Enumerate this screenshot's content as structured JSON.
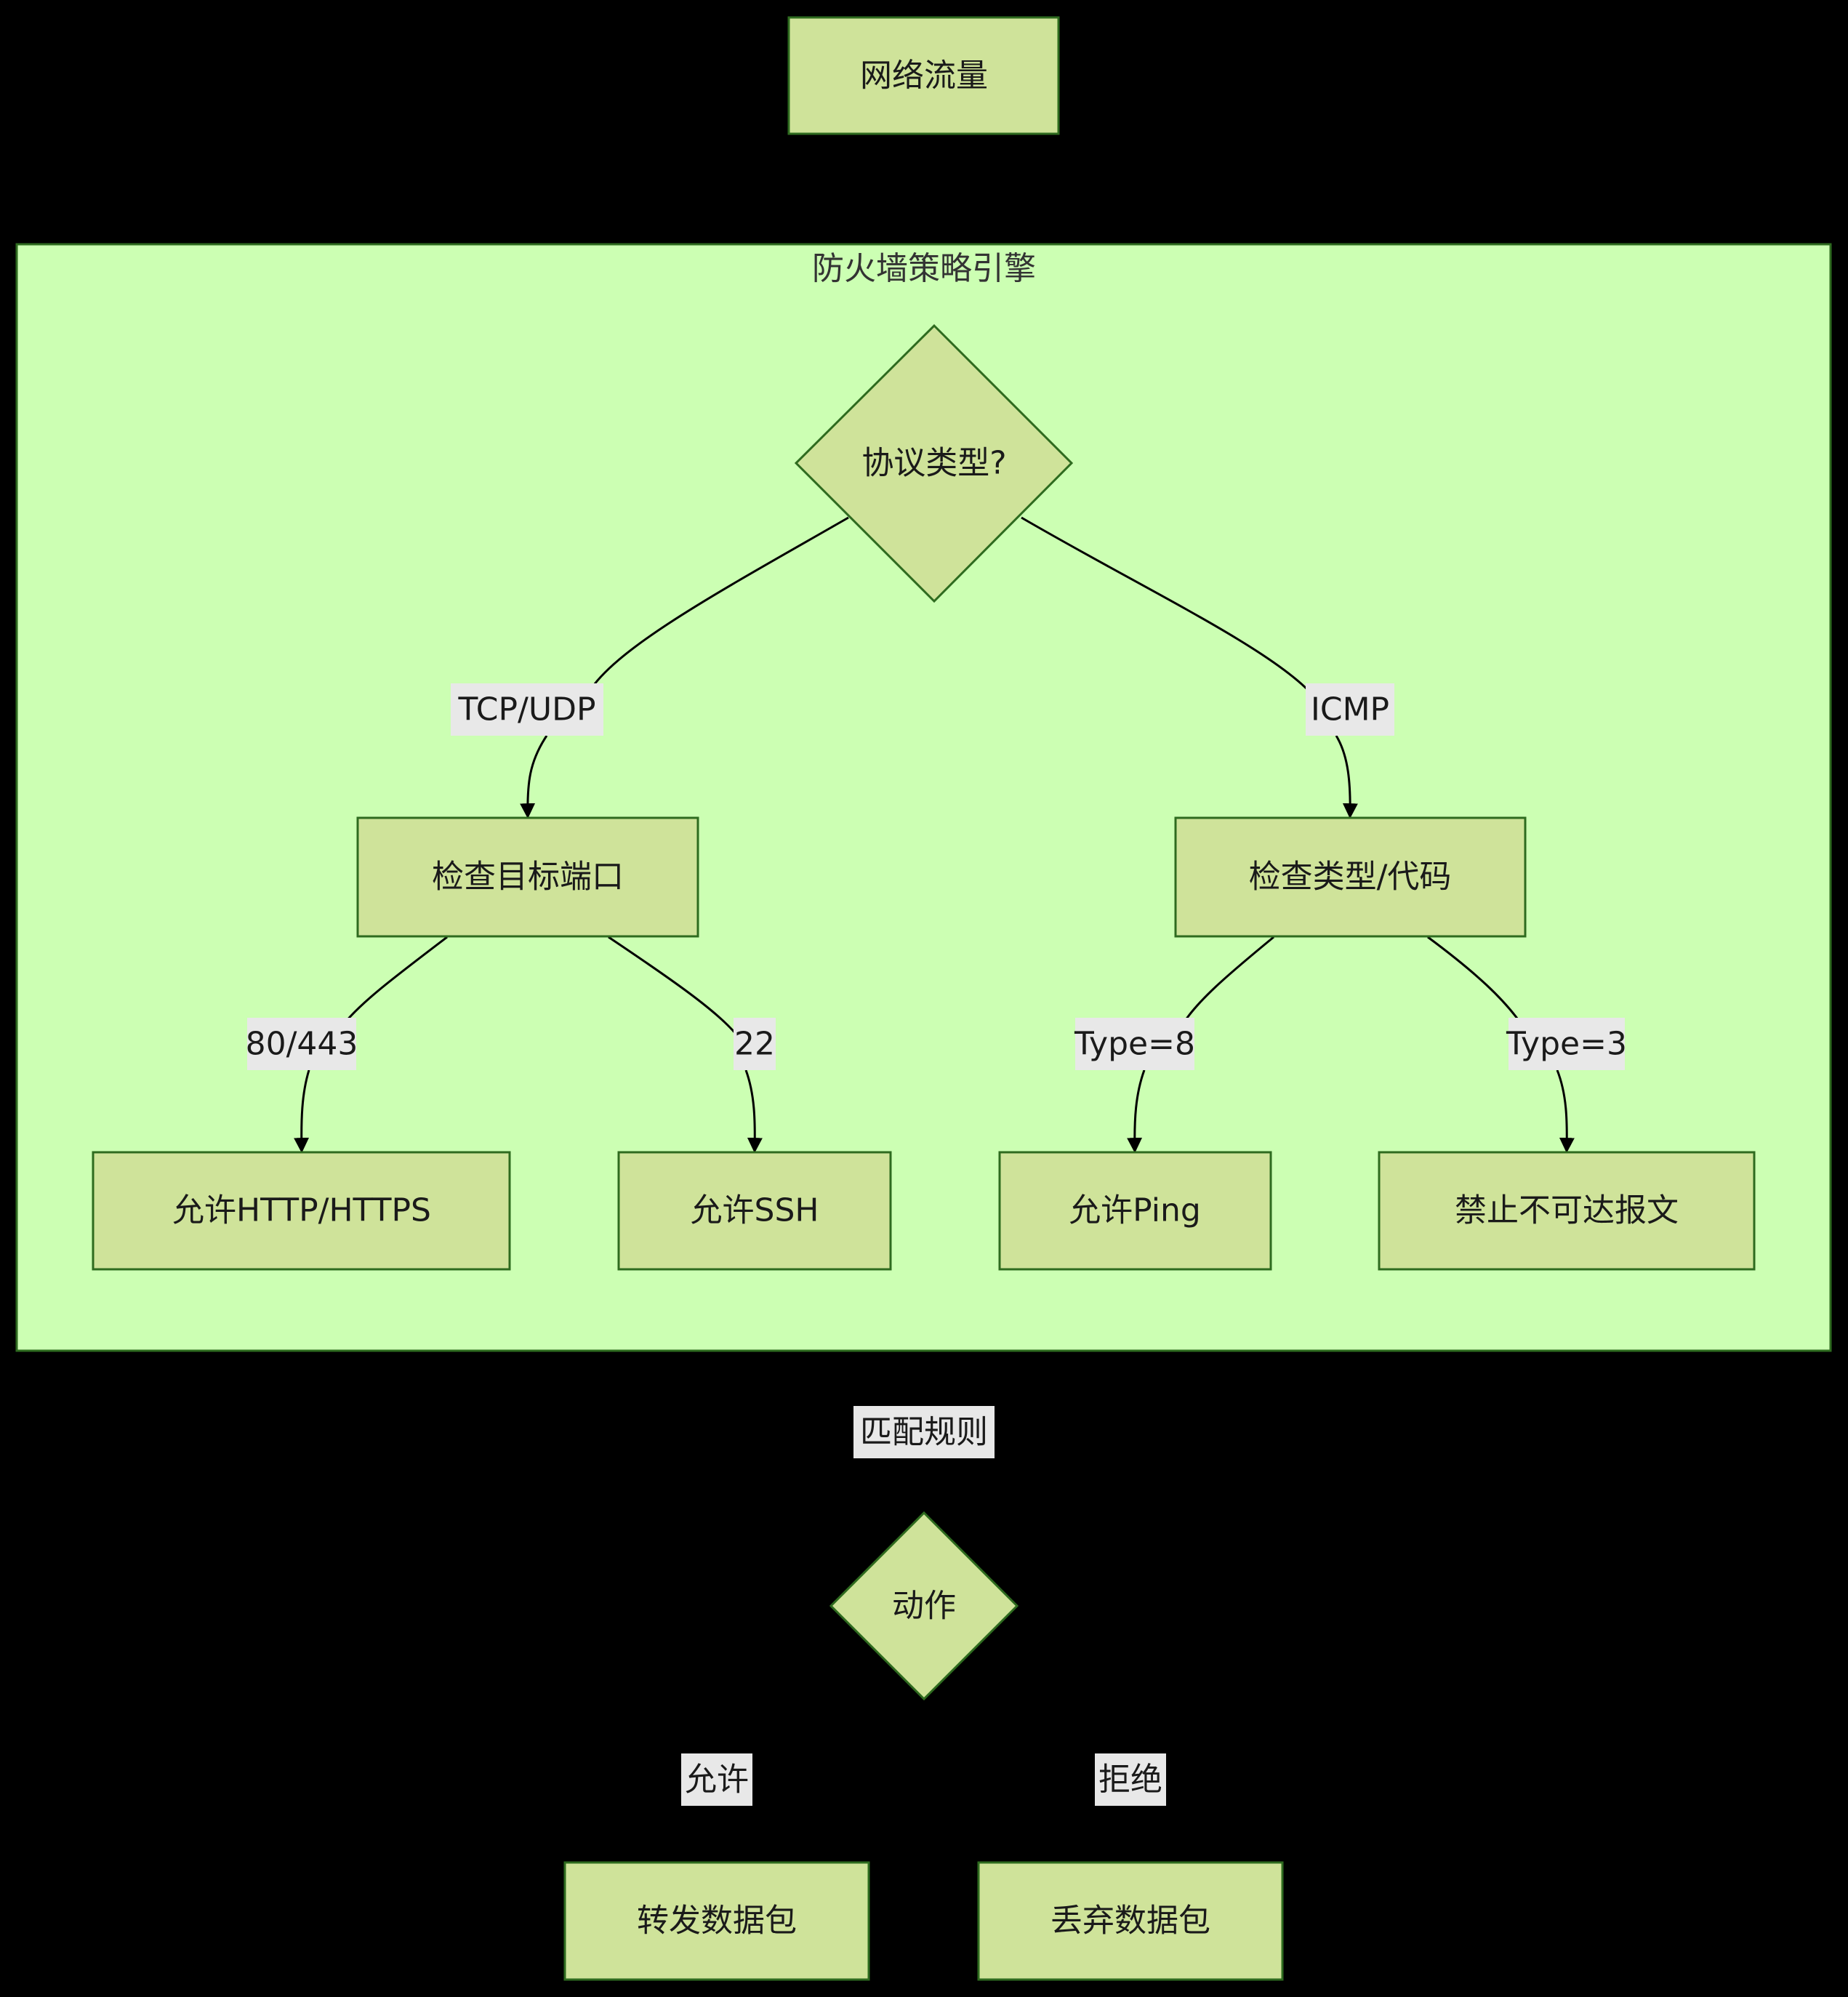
{
  "nodes": {
    "traffic": "网络流量",
    "protocol": "协议类型?",
    "check_port": "检查目标端口",
    "check_type": "检查类型/代码",
    "allow_http": "允许HTTP/HTTPS",
    "allow_ssh": "允许SSH",
    "allow_ping": "允许Ping",
    "deny_unreachable": "禁止不可达报文",
    "action": "动作",
    "forward": "转发数据包",
    "drop": "丢弃数据包"
  },
  "cluster": {
    "title": "防火墙策略引擎"
  },
  "edge_labels": {
    "tcp_udp": "TCP/UDP",
    "icmp": "ICMP",
    "port_80_443": "80/443",
    "port_22": "22",
    "type_8": "Type=8",
    "type_3": "Type=3",
    "match_rule": "匹配规则",
    "allow": "允许",
    "deny": "拒绝"
  },
  "colors": {
    "background": "#000000",
    "cluster_fill": "#ccffb3",
    "node_fill": "#cfe39a",
    "node_stroke": "#2e6b1f",
    "label_bg": "#e8e8e8"
  }
}
